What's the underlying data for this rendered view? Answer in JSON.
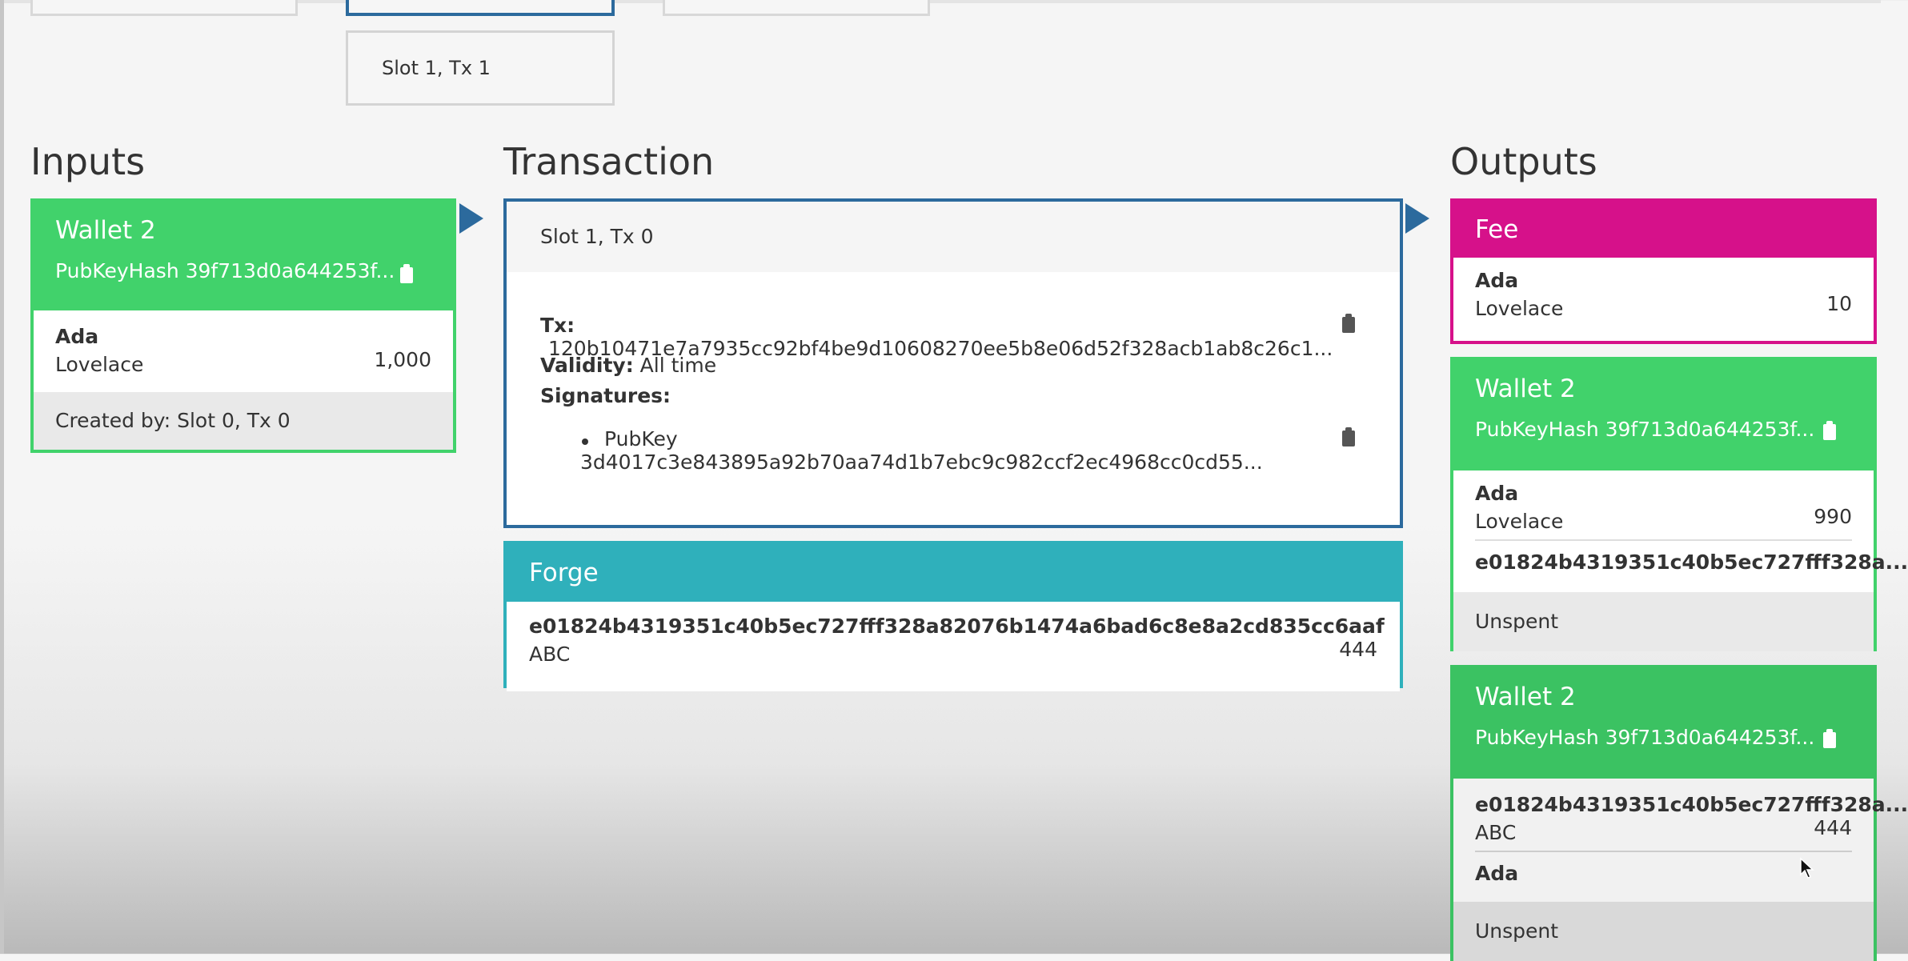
{
  "top": {
    "slot_tab": "Slot 1, Tx 1"
  },
  "headings": {
    "inputs": "Inputs",
    "transaction": "Transaction",
    "outputs": "Outputs"
  },
  "colors": {
    "green": "#41d26b",
    "blue": "#2c6a9d",
    "magenta": "#d6118a",
    "teal": "#2fb0bb"
  },
  "inputs": {
    "card": {
      "title": "Wallet 2",
      "pubkey": "PubKeyHash 39f713d0a644253f...",
      "currency": "Ada",
      "token": "Lovelace",
      "amount": "1,000",
      "footer": "Created by: Slot 0, Tx 0"
    }
  },
  "transaction": {
    "slot": "Slot 1, Tx 0",
    "tx_label": "Tx:",
    "tx_value": "120b10471e7a7935cc92bf4be9d10608270ee5b8e06d52f328acb1ab8c26c1...",
    "validity_label": "Validity:",
    "validity_value": "All time",
    "signatures_label": "Signatures:",
    "signature": "PubKey 3d4017c3e843895a92b70aa74d1b7ebc9c982ccf2ec4968cc0cd55..."
  },
  "forge": {
    "title": "Forge",
    "hash": "e01824b4319351c40b5ec727fff328a82076b1474a6bad6c8e8a2cd835cc6aaf",
    "token": "ABC",
    "amount": "444"
  },
  "outputs": {
    "fee": {
      "title": "Fee",
      "currency": "Ada",
      "token": "Lovelace",
      "amount": "10"
    },
    "wallet_a": {
      "title": "Wallet 2",
      "pubkey": "PubKeyHash 39f713d0a644253f...",
      "currency": "Ada",
      "token": "Lovelace",
      "amount": "990",
      "hash": "e01824b4319351c40b5ec727fff328a...",
      "footer": "Unspent"
    },
    "wallet_b": {
      "title": "Wallet 2",
      "pubkey": "PubKeyHash 39f713d0a644253f...",
      "hash": "e01824b4319351c40b5ec727fff328a...",
      "token": "ABC",
      "amount": "444",
      "currency": "Ada",
      "footer": "Unspent"
    }
  },
  "icons": {
    "clipboard": "clipboard-icon",
    "arrow": "arrow-right-icon",
    "cursor": "mouse-cursor-icon"
  }
}
